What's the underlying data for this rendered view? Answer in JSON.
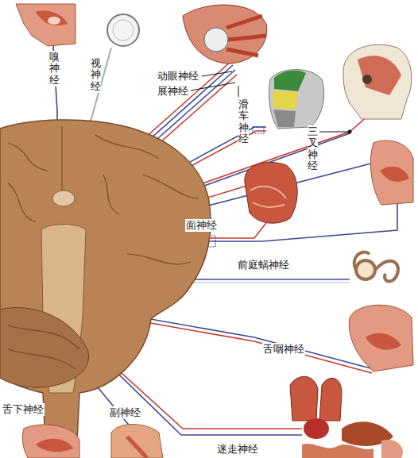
{
  "diagram": {
    "labels": [
      "嗅神经",
      "视神经",
      "动眼神经",
      "展神经",
      "滑车神经",
      "三叉神经",
      "面神经",
      "前庭蜗神经",
      "舌咽神经",
      "舌下神经",
      "副神经",
      "迷走神经"
    ]
  }
}
